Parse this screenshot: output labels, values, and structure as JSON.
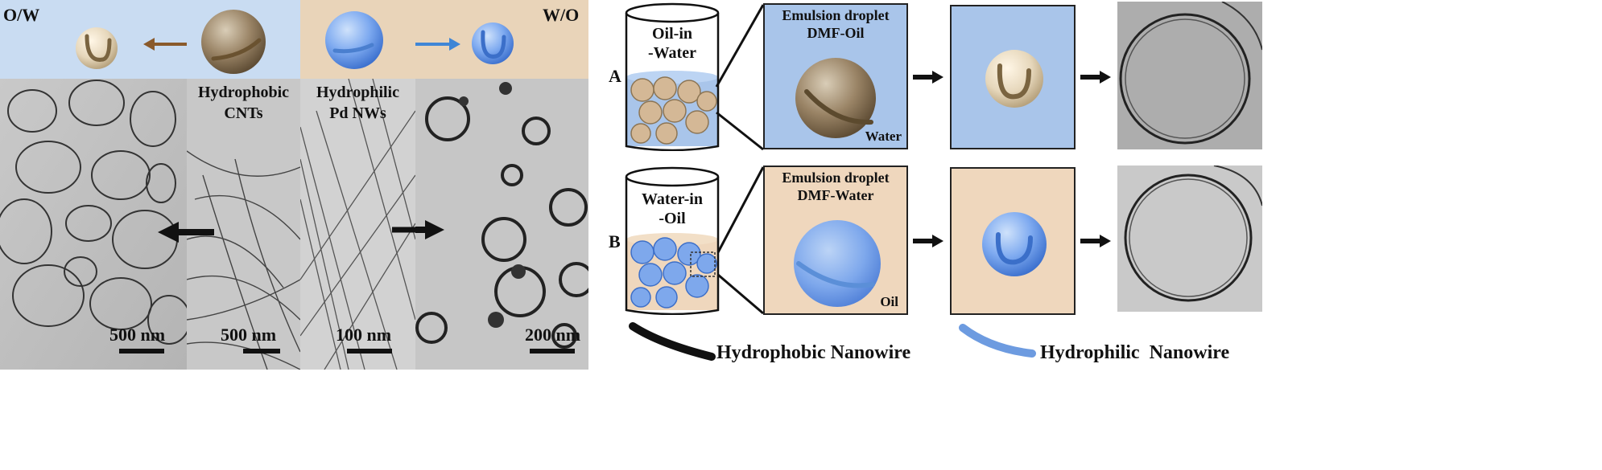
{
  "left_figure": {
    "top_left_label": "O/W",
    "top_right_label": "W/O",
    "panel1_label": "Hydrophobic\nCNTs",
    "panel2_label": "Hydrophilic\nPd NWs",
    "scale_bars": [
      "500 nm",
      "500 nm",
      "100 nm",
      "200 nm"
    ],
    "colors": {
      "ow_background": "#c9dcf2",
      "wo_background": "#e9d4b9",
      "arrow_ow": "#8a5a2b",
      "arrow_wo": "#3f86d6"
    }
  },
  "right_figure": {
    "row_a_label": "A",
    "row_b_label": "B",
    "beaker_a_text": "Oil-in\n-Water",
    "beaker_b_text": "Water-in\n-Oil",
    "droplet_a_title": "Emulsion droplet\nDMF-Oil",
    "droplet_b_title": "Emulsion droplet\nDMF-Water",
    "medium_a": "Water",
    "medium_b": "Oil",
    "legend_hydrophobic": "Hydrophobic Nanowire",
    "legend_hydrophilic": "Hydrophilic  Nanowire",
    "colors": {
      "water_panel": "#a9c5ea",
      "oil_panel": "#efd7bd",
      "oil_droplet": "#d9c6a4",
      "water_droplet": "#6b9ee3",
      "hydrophobic_wire": "#5c4a2e",
      "hydrophilic_wire": "#5b8fd8"
    }
  }
}
